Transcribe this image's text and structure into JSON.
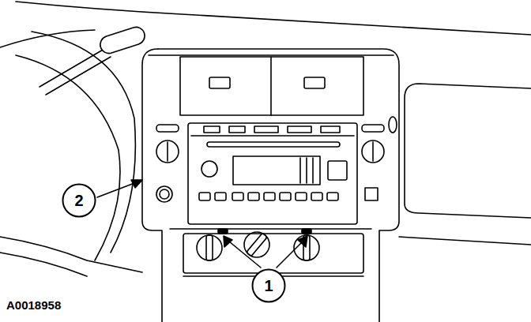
{
  "diagram": {
    "nodes": [
      {
        "text": [
          "2"
        ]
      },
      {
        "text": [
          "1"
        ]
      }
    ],
    "labels": [
      "A0018958"
    ]
  }
}
